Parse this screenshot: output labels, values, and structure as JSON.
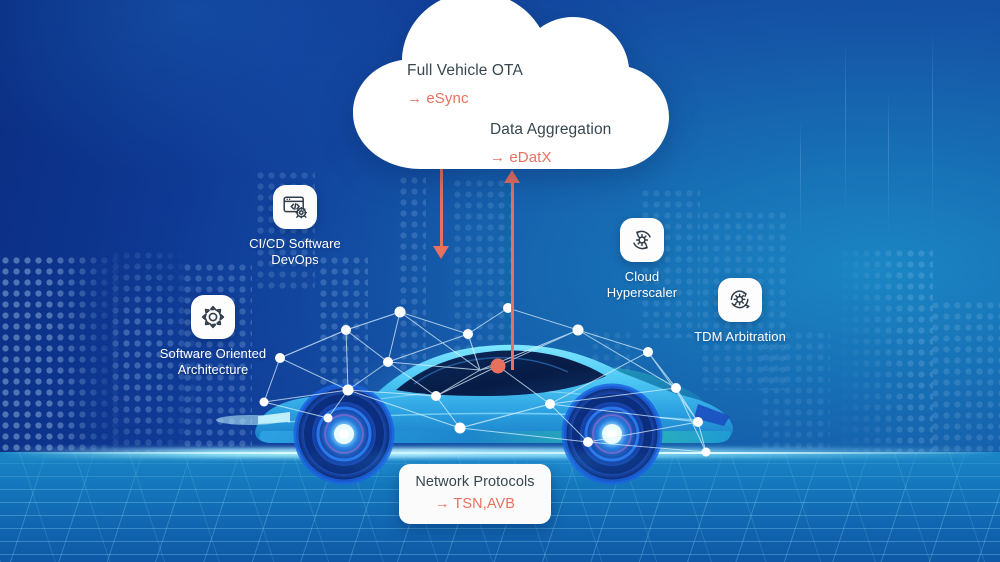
{
  "background": {
    "primary_blue": "#13459e",
    "light_blue": "#1b86c4",
    "floor_blue": "#1a86c6"
  },
  "colors": {
    "accent_coral": "#e8705f",
    "heading_slate": "#37474f",
    "label_white": "#ffffff",
    "card_white": "#fbfbfb"
  },
  "cloud": {
    "name": "cloud-shape",
    "items": [
      {
        "title": "Full Vehicle OTA",
        "product": "→ eSync"
      },
      {
        "title": "Data Aggregation",
        "product": "→ eDatX"
      }
    ]
  },
  "arrows": [
    {
      "name": "downlink-arrow",
      "direction": "down",
      "from": "cloud",
      "to": "vehicle",
      "color": "#e8705f"
    },
    {
      "name": "uplink-arrow",
      "direction": "up",
      "from": "vehicle",
      "to": "cloud",
      "color": "#e8705f"
    }
  ],
  "features": [
    {
      "id": "cicd",
      "icon": "code-window-gear-icon",
      "label": "CI/CD Software\nDevOps"
    },
    {
      "id": "soa",
      "icon": "gear-icon",
      "label": "Software Oriented\nArchitecture"
    },
    {
      "id": "hyperscaler",
      "icon": "gear-refresh-icon",
      "label": "Cloud\nHyperscaler"
    },
    {
      "id": "tdm",
      "icon": "gear-orbit-icon",
      "label": "TDM Arbitration"
    }
  ],
  "vehicle": {
    "name": "connected-car-illustration",
    "alt": "Glowing blue sports car with network mesh overlay"
  },
  "network_card": {
    "title": "Network Protocols",
    "product": "→ TSN,AVB"
  }
}
